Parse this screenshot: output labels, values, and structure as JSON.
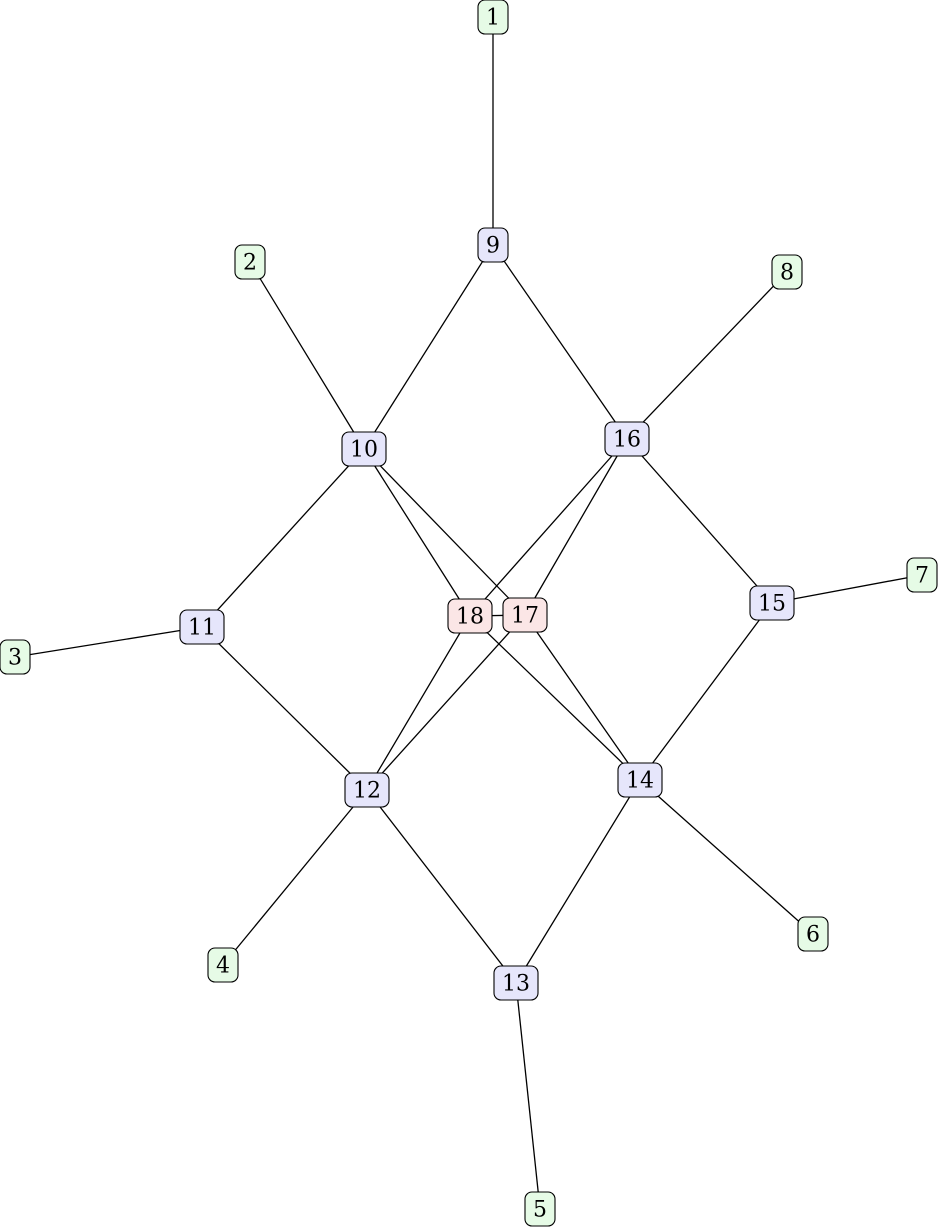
{
  "colors": {
    "leaf": "#e6fbe6",
    "inner": "#e6e6fb",
    "core": "#fbe6e6",
    "edge": "#000000",
    "border": "#000000"
  },
  "nodes": [
    {
      "id": "1",
      "label": "1",
      "group": "leaf"
    },
    {
      "id": "2",
      "label": "2",
      "group": "leaf"
    },
    {
      "id": "3",
      "label": "3",
      "group": "leaf"
    },
    {
      "id": "4",
      "label": "4",
      "group": "leaf"
    },
    {
      "id": "5",
      "label": "5",
      "group": "leaf"
    },
    {
      "id": "6",
      "label": "6",
      "group": "leaf"
    },
    {
      "id": "7",
      "label": "7",
      "group": "leaf"
    },
    {
      "id": "8",
      "label": "8",
      "group": "leaf"
    },
    {
      "id": "9",
      "label": "9",
      "group": "inner"
    },
    {
      "id": "10",
      "label": "10",
      "group": "inner"
    },
    {
      "id": "11",
      "label": "11",
      "group": "inner"
    },
    {
      "id": "12",
      "label": "12",
      "group": "inner"
    },
    {
      "id": "13",
      "label": "13",
      "group": "inner"
    },
    {
      "id": "14",
      "label": "14",
      "group": "inner"
    },
    {
      "id": "15",
      "label": "15",
      "group": "inner"
    },
    {
      "id": "16",
      "label": "16",
      "group": "inner"
    },
    {
      "id": "17",
      "label": "17",
      "group": "core"
    },
    {
      "id": "18",
      "label": "18",
      "group": "core"
    }
  ],
  "edges": [
    [
      "1",
      "9"
    ],
    [
      "9",
      "10"
    ],
    [
      "9",
      "16"
    ],
    [
      "2",
      "10"
    ],
    [
      "8",
      "16"
    ],
    [
      "10",
      "11"
    ],
    [
      "10",
      "18"
    ],
    [
      "10",
      "17"
    ],
    [
      "16",
      "18"
    ],
    [
      "16",
      "17"
    ],
    [
      "16",
      "15"
    ],
    [
      "7",
      "15"
    ],
    [
      "3",
      "11"
    ],
    [
      "11",
      "12"
    ],
    [
      "18",
      "17"
    ],
    [
      "18",
      "12"
    ],
    [
      "18",
      "14"
    ],
    [
      "17",
      "12"
    ],
    [
      "17",
      "14"
    ],
    [
      "15",
      "14"
    ],
    [
      "12",
      "4"
    ],
    [
      "12",
      "13"
    ],
    [
      "14",
      "13"
    ],
    [
      "14",
      "6"
    ],
    [
      "13",
      "5"
    ]
  ]
}
